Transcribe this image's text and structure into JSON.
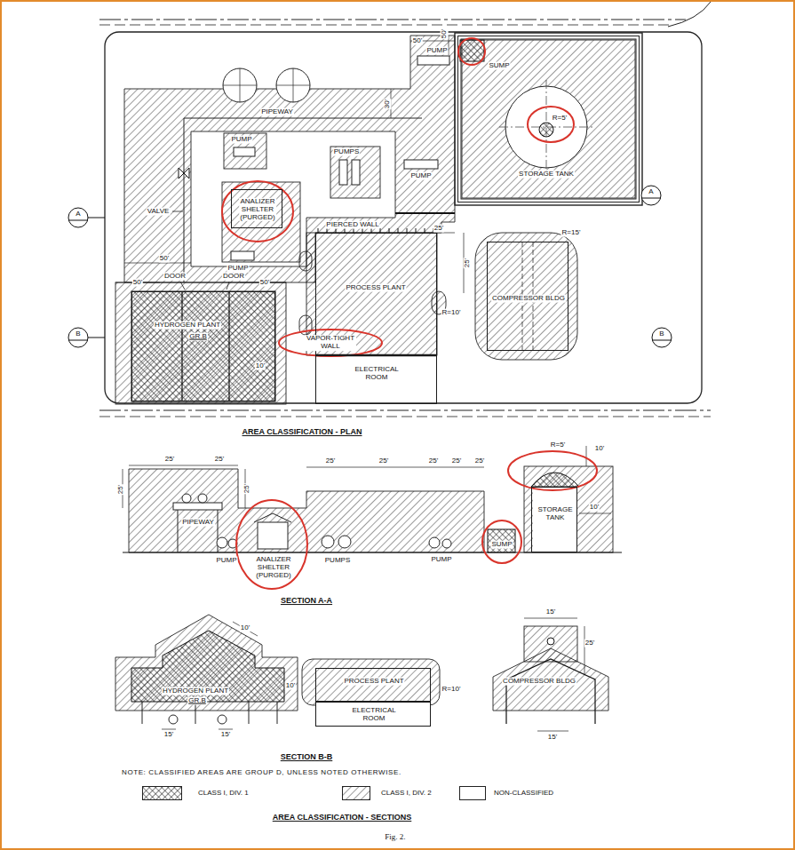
{
  "diagram": {
    "caption": "Fig. 2.",
    "nodes": [
      {
        "text": [
          "STORAGE TANK"
        ]
      },
      {
        "text": [
          "ANALIZER SHELTER (PURGED)"
        ]
      },
      {
        "text": [
          "PROCESS PLANT"
        ]
      },
      {
        "text": [
          "COMPRESSOR BLDG"
        ]
      },
      {
        "text": [
          "HYDROGEN PLANT",
          "GR.B"
        ]
      },
      {
        "text": [
          "ELECTRICAL ROOM"
        ]
      },
      {
        "text": [
          "STORAGE TANK"
        ]
      },
      {
        "text": [
          "HYDROGEN PLANT",
          "GR.B"
        ]
      },
      {
        "text": [
          "PROCESS PLANT"
        ]
      },
      {
        "text": [
          "ELECTRICAL ROOM"
        ]
      },
      {
        "text": [
          "COMPRESSOR BLDG"
        ]
      }
    ],
    "labels": [
      "50'",
      "50'",
      "PUMP",
      "SUMP",
      "R=5'",
      "PIPEWAY",
      "30'",
      "PUMP",
      "PUMPS",
      "PUMP",
      "A",
      "A",
      "VALVE",
      "PIERCED WALL",
      "25'",
      "R=15'",
      "50'",
      "25'",
      "PUMP",
      "DOOR",
      "DOOR",
      "50'",
      "50'",
      "R=10'",
      "B",
      "B",
      "VAPOR-TIGHT WALL",
      "10'",
      "AREA CLASSIFICATION - PLAN",
      "25'",
      "25'",
      "25'",
      "25'",
      "25'",
      "25'",
      "25'",
      "R=5'",
      "10'",
      "25'",
      "25'",
      "10'",
      "PIPEWAY",
      "PUMP",
      "ANALIZER SHELTER (PURGED)",
      "PUMPS",
      "PUMP",
      "SUMP",
      "SECTION A-A",
      "15'",
      "10'",
      "25'",
      "R=10'",
      "10'",
      "15'",
      "15'",
      "15'",
      "SECTION B-B",
      "NOTE: CLASSIFIED AREAS ARE GROUP D, UNLESS NOTED OTHERWISE.",
      "AREA CLASSIFICATION - SECTIONS"
    ],
    "legend": [
      {
        "text": "CLASS I, DIV. 1"
      },
      {
        "text": "CLASS I, DIV. 2"
      },
      {
        "text": "NON-CLASSIFIED",
        "color": "#ffffff"
      }
    ]
  }
}
